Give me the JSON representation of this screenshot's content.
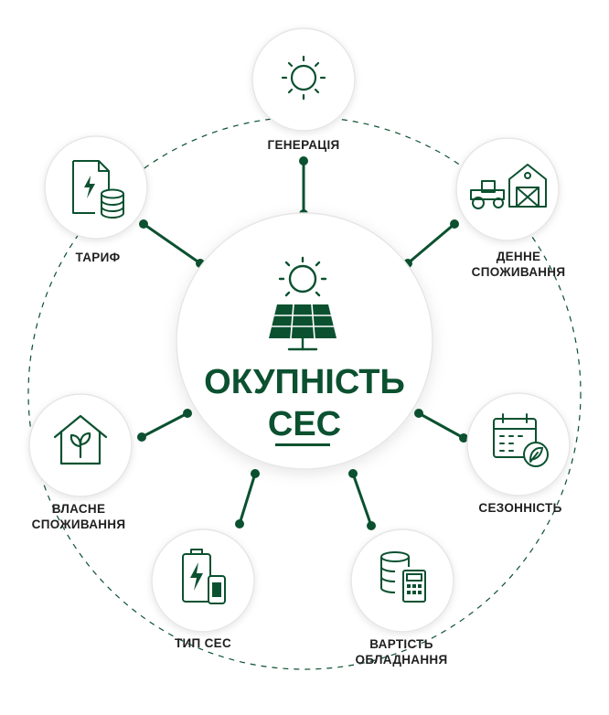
{
  "title": {
    "line1": "ОКУПНІСТЬ",
    "line2": "СЕС"
  },
  "nodes": {
    "generation": {
      "label": "ГЕНЕРАЦІЯ",
      "icon": "sun-icon"
    },
    "day_consumption": {
      "line1": "ДЕННЕ",
      "line2": "СПОЖИВАННЯ",
      "icon": "tractor-barn-icon"
    },
    "seasonality": {
      "label": "СЕЗОННІСТЬ",
      "icon": "calendar-leaf-icon"
    },
    "equipment_cost": {
      "line1": "ВАРТІСТЬ",
      "line2": "ОБЛАДНАННЯ",
      "icon": "coins-calculator-icon"
    },
    "ses_type": {
      "label": "ТИП СЕС",
      "icon": "battery-phone-icon"
    },
    "own_consumption": {
      "line1": "ВЛАСНЕ",
      "line2": "СПОЖИВАННЯ",
      "icon": "house-plant-icon"
    },
    "tariff": {
      "label": "ТАРИФ",
      "icon": "document-coins-icon"
    }
  },
  "colors": {
    "accent": "#0b5130",
    "text": "#1f1f1f",
    "circle_border": "#e4e4e4",
    "dashed_ring": "#0b5130"
  }
}
